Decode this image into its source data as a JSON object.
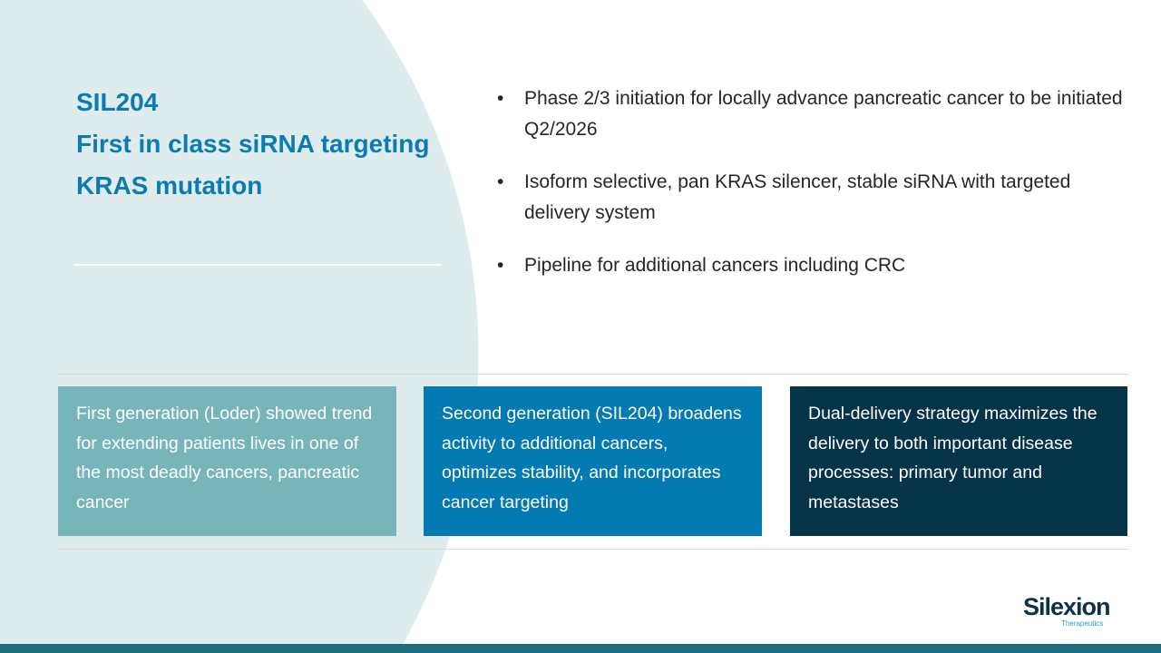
{
  "title": {
    "lines": [
      "SIL204",
      "First in class siRNA targeting",
      "KRAS mutation"
    ]
  },
  "bullets": [
    "Phase 2/3 initiation for locally advance pancreatic cancer to be initiated Q2/2026",
    "Isoform selective, pan KRAS silencer, stable siRNA  with targeted delivery system",
    "Pipeline for additional cancers including CRC"
  ],
  "bullet_symbol": "•",
  "cards": [
    {
      "text": "First generation (Loder) showed trend for extending patients lives in one of the most deadly cancers, pancreatic cancer",
      "color": "#78b5bb"
    },
    {
      "text": "Second generation (SIL204) broadens activity to additional cancers, optimizes stability, and incorporates cancer targeting",
      "color": "#047ab3"
    },
    {
      "text": "Dual-delivery strategy maximizes the delivery to both important disease processes: primary tumor and metastases",
      "color": "#053449"
    }
  ],
  "logo": {
    "name": "Silexion",
    "tagline": "Therapeutics"
  },
  "colors": {
    "accent": "#0a7bb3",
    "circle": "#dfecee",
    "footer": "#1f6c7c"
  }
}
